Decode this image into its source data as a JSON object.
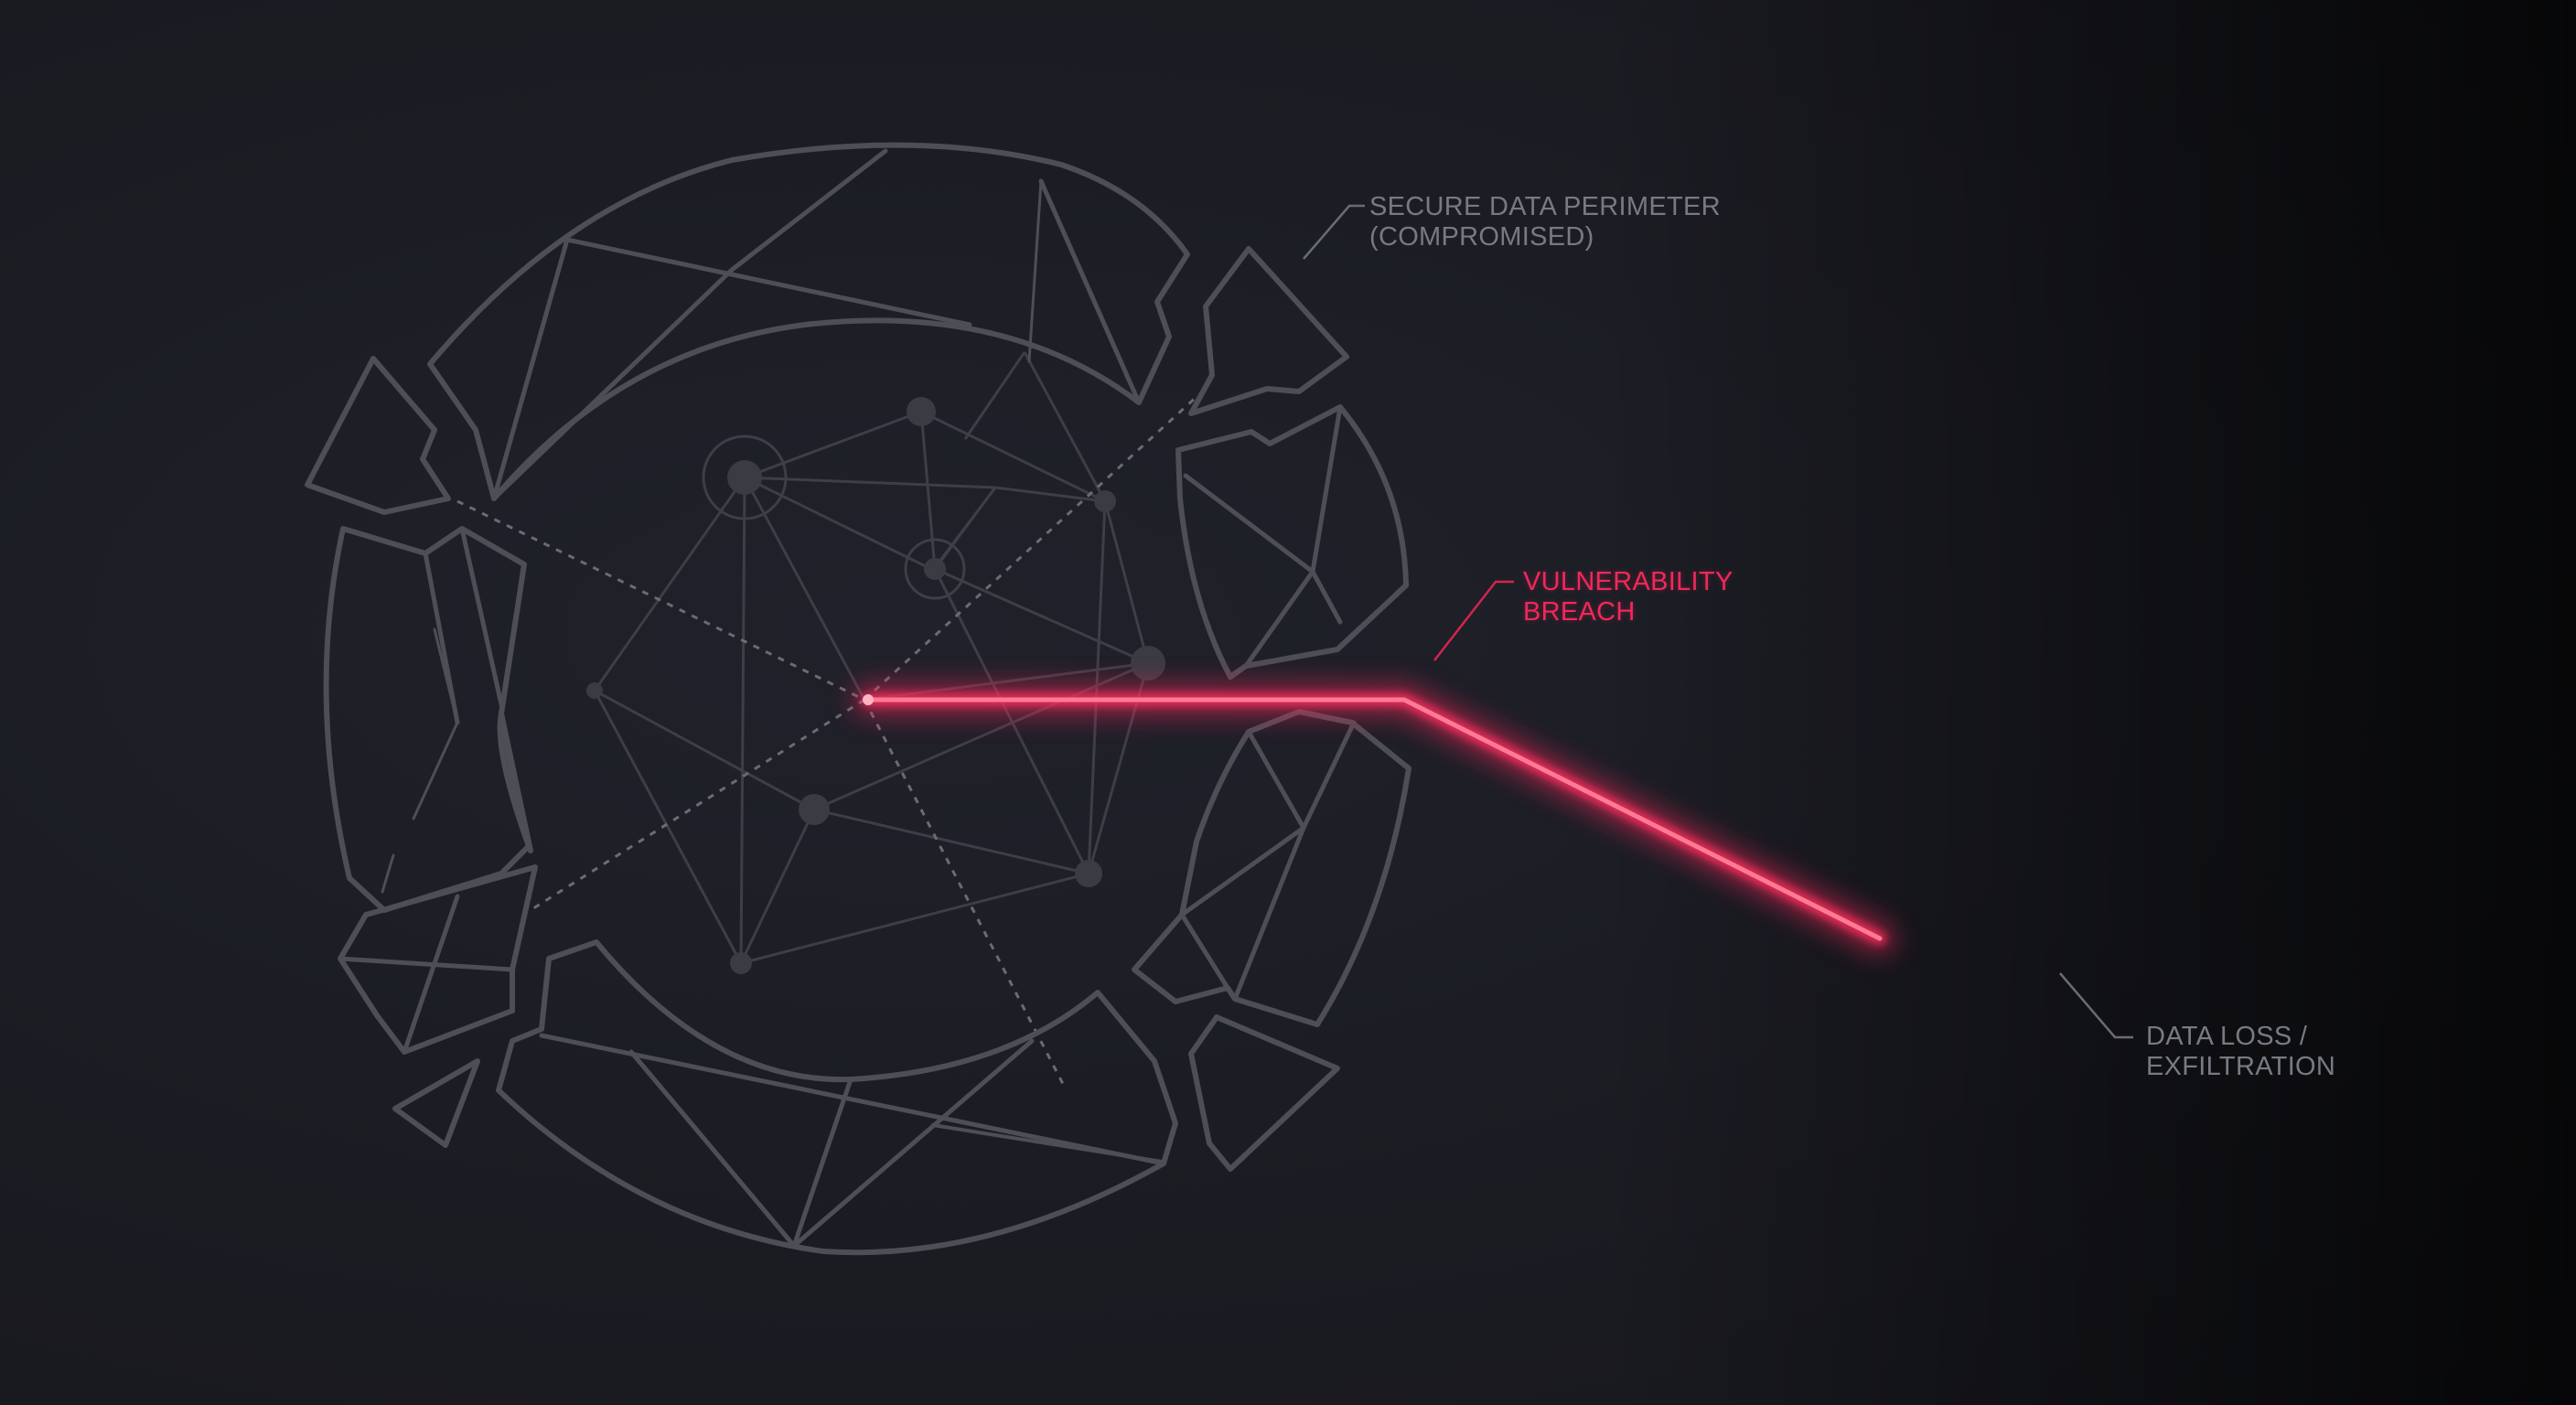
{
  "diagram": {
    "labels": {
      "perimeter": {
        "line1": "SECURE DATA PERIMETER",
        "line2": "(COMPROMISED)"
      },
      "breach": {
        "line1": "VULNERABILITY",
        "line2": "BREACH"
      },
      "loss": {
        "line1": "DATA LOSS /",
        "line2": "EXFILTRATION"
      }
    },
    "colors": {
      "background": "#1b1c22",
      "perimeter_stroke": "#4d4e56",
      "network_stroke": "#3f4048",
      "label_neutral": "#787a83",
      "breach_accent": "#f0285a",
      "breach_core": "#ff7a95"
    }
  }
}
